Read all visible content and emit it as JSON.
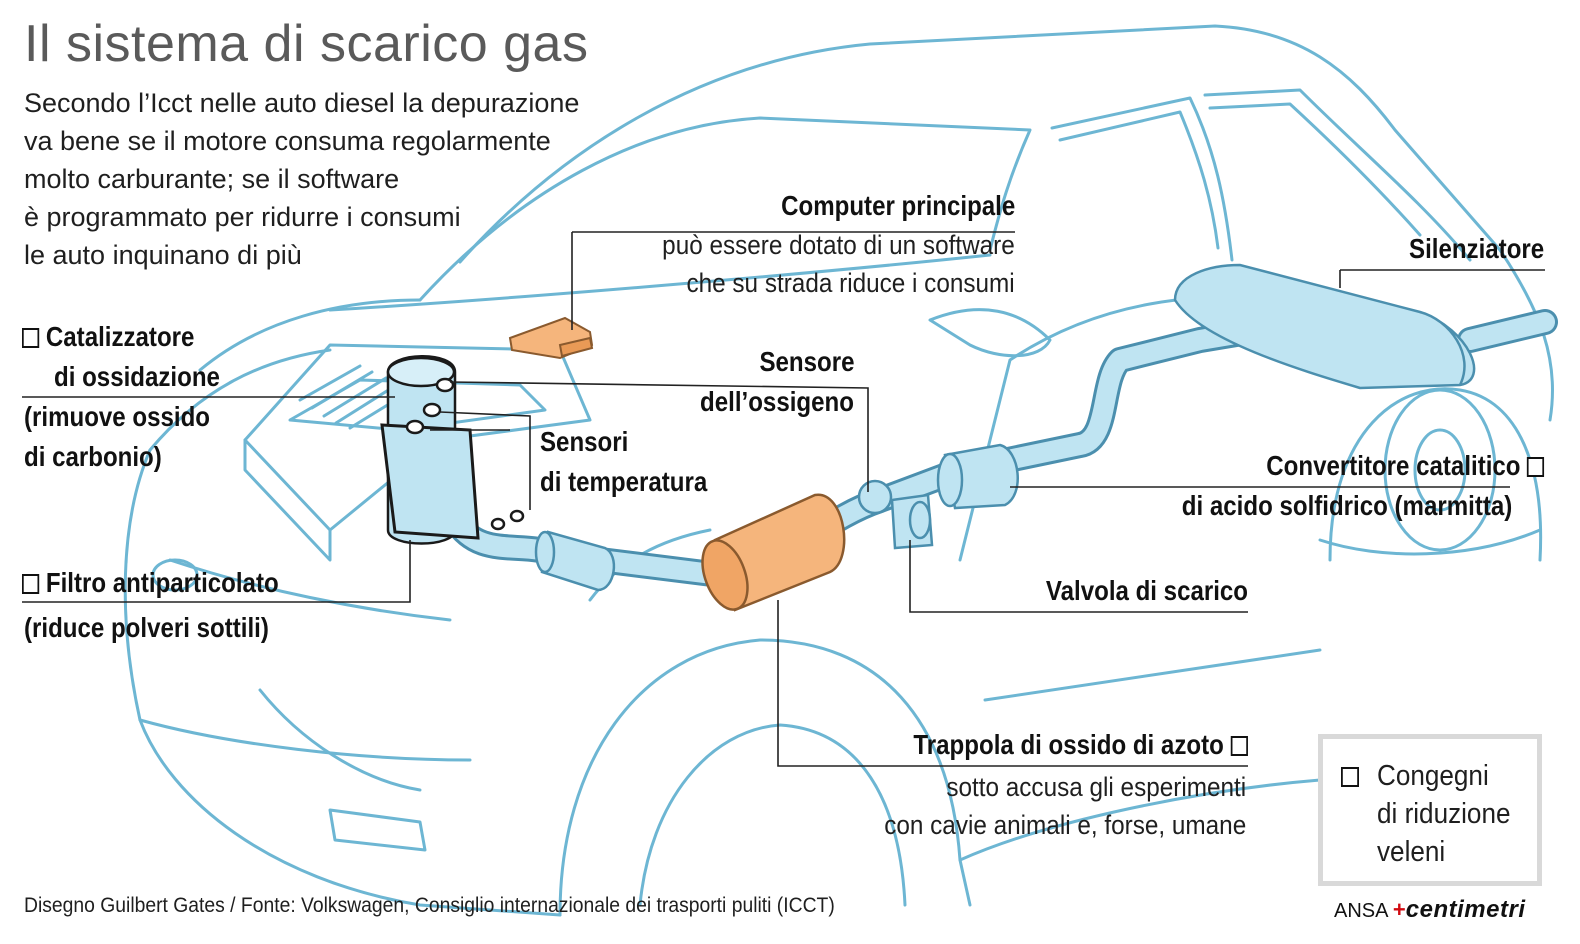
{
  "title": "Il sistema di scarico gas",
  "intro": [
    "Secondo l’Icct nelle auto diesel la depurazione",
    "va bene se il motore consuma regolarmente",
    "molto carburante; se il software",
    "è programmato per ridurre i consumi",
    "le auto inquinano di più"
  ],
  "labels": {
    "computer": {
      "title": "Computer principale",
      "lines": [
        "può essere dotato di un software",
        "che su strada riduce i consumi"
      ]
    },
    "catalizzatore": {
      "title": [
        "Catalizzatore",
        "di ossidazione"
      ],
      "lines": [
        "(rimuove ossido",
        "di carbonio)"
      ]
    },
    "sensore_ossigeno": [
      "Sensore",
      "dell’ossigeno"
    ],
    "sensori_temperatura": [
      "Sensori",
      "di temperatura"
    ],
    "silenziatore": "Silenziatore",
    "convertitore": {
      "title": "Convertitore catalitico",
      "line": "di acido solfidrico (marmitta)"
    },
    "filtro": {
      "title": "Filtro antiparticolato",
      "line": "(riduce polveri sottili)"
    },
    "valvola": "Valvola di scarico",
    "trappola": {
      "title": "Trappola di ossido di azoto",
      "lines": [
        "sotto accusa gli esperimenti",
        "con cavie animali e, forse, umane"
      ]
    }
  },
  "legend": [
    "Congegni",
    "di riduzione",
    "veleni"
  ],
  "credit": "Disegno Guilbert Gates / Fonte: Volkswagen, Consiglio internazionale dei trasporti puliti (ICCT)",
  "brand": {
    "agency": "ANSA",
    "product": "centimetri"
  },
  "colors": {
    "outline": "#6db6d3",
    "component_fill": "#bfe4f2",
    "component_stroke": "#4b8fae",
    "highlight": "#f5b57c",
    "highlight_stroke": "#8a5a2e",
    "leader": "#222222",
    "legend_border": "#d9d9d9",
    "brand_accent": "#d10a10"
  }
}
